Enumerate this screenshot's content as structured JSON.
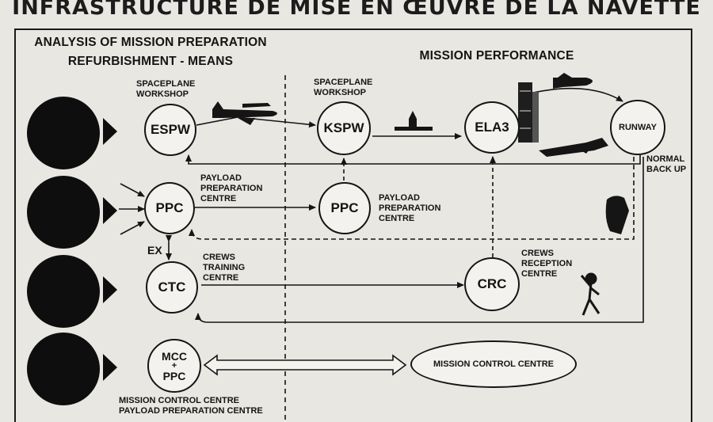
{
  "title": "INFRASTRUCTURE DE MISE EN ŒUVRE DE LA NAVETTE",
  "sections": {
    "left_line1": "ANALYSIS OF MISSION PREPARATION",
    "left_line2": "REFURBISHMENT - MEANS",
    "right": "MISSION PERFORMANCE"
  },
  "nodes": {
    "espw": "ESPW",
    "kspw": "KSPW",
    "ela3": "ELA3",
    "runway": "RUNWAY",
    "ppc_left": "PPC",
    "ppc_right": "PPC",
    "ctc": "CTC",
    "crc": "CRC",
    "mcc_top": "MCC",
    "mcc_plus": "+",
    "mcc_bottom": "PPC",
    "mission_control": "MISSION CONTROL CENTRE"
  },
  "labels": {
    "spaceplane_workshop_1a": "SPACEPLANE",
    "spaceplane_workshop_1b": "WORKSHOP",
    "spaceplane_workshop_2a": "SPACEPLANE",
    "spaceplane_workshop_2b": "WORKSHOP",
    "ppc_left_1": "PAYLOAD",
    "ppc_left_2": "PREPARATION",
    "ppc_left_3": "CENTRE",
    "ppc_right_1": "PAYLOAD",
    "ppc_right_2": "PREPARATION",
    "ppc_right_3": "CENTRE",
    "ctc_1": "CREWS",
    "ctc_2": "TRAINING",
    "ctc_3": "CENTRE",
    "crc_1": "CREWS",
    "crc_2": "RECEPTION",
    "crc_3": "CENTRE",
    "normal": "NORMAL",
    "backup": "BACK UP",
    "ex": "EX",
    "footer_1": "MISSION CONTROL CENTRE",
    "footer_2": "PAYLOAD PREPARATION CENTRE"
  },
  "icons": [
    "shuttle-photo-icon",
    "payload-photo-icon",
    "astronaut-photo-icon",
    "control-room-photo-icon",
    "airplane-carrier-icon",
    "rocket-icon",
    "launch-tower-icon",
    "orbiter-icon",
    "landing-plane-icon",
    "walking-astronaut-icon",
    "landmass-icon"
  ]
}
